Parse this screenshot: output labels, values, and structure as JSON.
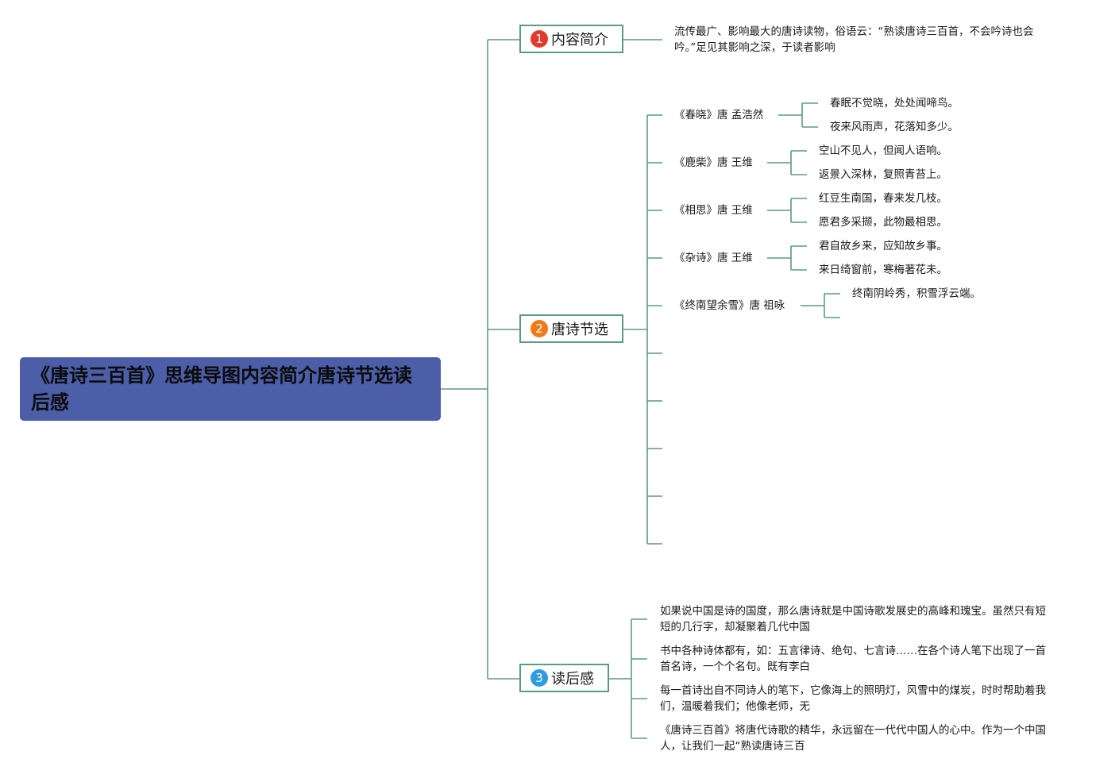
{
  "root": {
    "title": "《唐诗三百首》思维导图内容简介唐诗节选读后感"
  },
  "branches": [
    {
      "num": "1",
      "label": "内容简介",
      "badge_color": "#e23b2e"
    },
    {
      "num": "2",
      "label": "唐诗节选",
      "badge_color": "#ef7a1a"
    },
    {
      "num": "3",
      "label": "读后感",
      "badge_color": "#2f9be0"
    }
  ],
  "intro": {
    "text": "流传最广、影响最大的唐诗读物，俗语云：“熟读唐诗三百首，不会吟诗也会吟。”足见其影响之深，于读者影响"
  },
  "poems": [
    {
      "title": "《春晓》唐 孟浩然",
      "lines": [
        "春眠不觉晓，处处闻啼鸟。",
        "夜来风雨声，花落知多少。"
      ]
    },
    {
      "title": "《鹿柴》唐 王维",
      "lines": [
        "空山不见人，但闻人语响。",
        "返景入深林，复照青苔上。"
      ]
    },
    {
      "title": "《相思》唐 王维",
      "lines": [
        "红豆生南国，春来发几枝。",
        "愿君多采撷，此物最相思。"
      ]
    },
    {
      "title": "《杂诗》唐 王维",
      "lines": [
        "君自故乡来，应知故乡事。",
        "来日绮窗前，寒梅著花未。"
      ]
    },
    {
      "title": "《终南望余雪》唐 祖咏",
      "lines": [
        "终南阴岭秀，积雪浮云端。"
      ]
    }
  ],
  "reflections": [
    "如果说中国是诗的国度，那么唐诗就是中国诗歌发展史的高峰和瑰宝。虽然只有短短的几行字，却凝聚着几代中国",
    "书中各种诗体都有，如：五言律诗、绝句、七言诗……在各个诗人笔下出现了一首首名诗，一个个名句。既有李白",
    "每一首诗出自不同诗人的笔下，它像海上的照明灯，风雪中的煤炭，时时帮助着我们，温暖着我们；他像老师，无",
    "《唐诗三百首》将唐代诗歌的精华，永远留在一代代中国人的心中。作为一个中国人，让我们一起“熟读唐诗三百"
  ],
  "colors": {
    "line": "#5a9a86",
    "root_bg": "#4b5ea7"
  }
}
